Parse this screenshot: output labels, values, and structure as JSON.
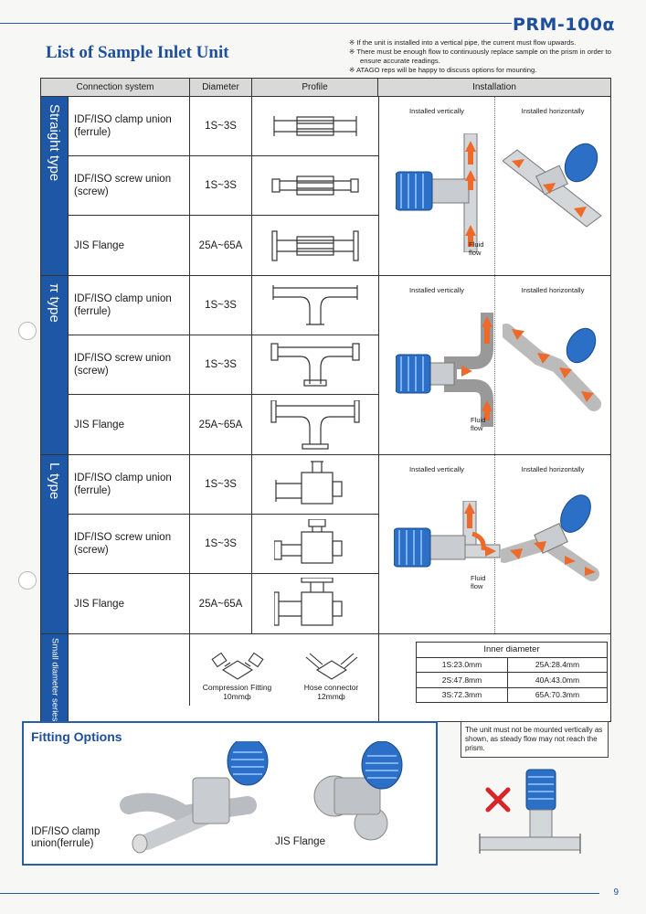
{
  "header": {
    "model": "PRM-100α",
    "title": "List of Sample Inlet Unit",
    "notes": [
      "※ If the unit is installed into a vertical pipe, the current must flow upwards.",
      "※ There must be enough flow to continuously replace sample on the prism in order to ensure accurate readings.",
      "※ ATAGO reps will be happy to discuss options for mounting."
    ]
  },
  "table": {
    "columns": [
      "Connection system",
      "Diameter",
      "Profile",
      "Installation"
    ],
    "install_vertical": "Installed vertically",
    "install_horizontal": "Installed horizontally",
    "fluid_flow": "Fluid flow",
    "groups": [
      {
        "label": "Straight type",
        "rows": [
          {
            "connection": "IDF/ISO clamp union (ferrule)",
            "diameter": "1S~3S"
          },
          {
            "connection": "IDF/ISO screw union (screw)",
            "diameter": "1S~3S"
          },
          {
            "connection": "JIS Flange",
            "diameter": "25A~65A"
          }
        ]
      },
      {
        "label": "π type",
        "rows": [
          {
            "connection": "IDF/ISO clamp union (ferrule)",
            "diameter": "1S~3S"
          },
          {
            "connection": "IDF/ISO screw union (screw)",
            "diameter": "1S~3S"
          },
          {
            "connection": "JIS Flange",
            "diameter": "25A~65A"
          }
        ]
      },
      {
        "label": "L type",
        "rows": [
          {
            "connection": "IDF/ISO clamp union (ferrule)",
            "diameter": "1S~3S"
          },
          {
            "connection": "IDF/ISO screw union (screw)",
            "diameter": "1S~3S"
          },
          {
            "connection": "JIS Flange",
            "diameter": "25A~65A"
          }
        ]
      }
    ],
    "small": {
      "label": "Small diameter series",
      "fittings": [
        {
          "name": "Compression Fitting",
          "size": "10mmф"
        },
        {
          "name": "Hose connector",
          "size": "12mmф"
        }
      ],
      "inner_diameter": {
        "title": "Inner diameter",
        "rows": [
          [
            "1S:23.0mm",
            "25A:28.4mm"
          ],
          [
            "2S:47.8mm",
            "40A:43.0mm"
          ],
          [
            "3S:72.3mm",
            "65A:70.3mm"
          ]
        ]
      }
    }
  },
  "fitting_options": {
    "title": "Fitting Options",
    "items": [
      "IDF/ISO clamp union(ferrule)",
      "JIS Flange"
    ]
  },
  "warning": "The unit must not be mounted vertically as shown, as steady flow may not reach the prism.",
  "page_number": "9",
  "colors": {
    "brand_blue": "#1e57a6",
    "arrow_orange": "#ee6a2a",
    "warning_red": "#d9252a"
  }
}
